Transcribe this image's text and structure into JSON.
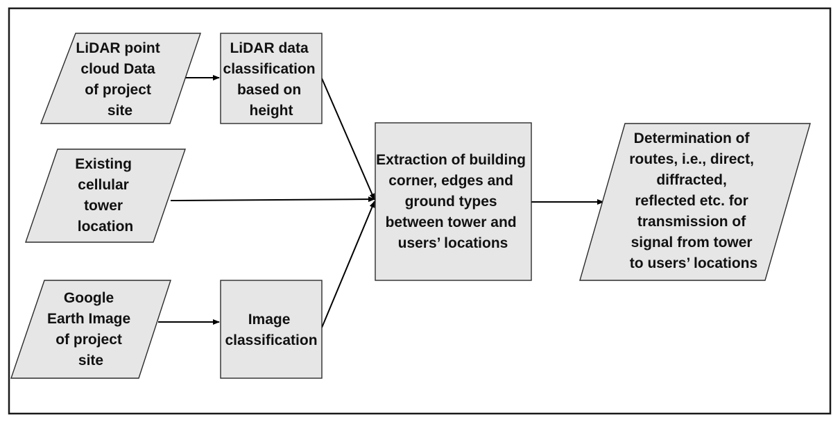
{
  "nodes": {
    "lidar_input": {
      "shape": "parallelogram",
      "lines": [
        "LiDAR point",
        "cloud Data",
        "of project",
        "site"
      ]
    },
    "lidar_classification": {
      "shape": "rectangle",
      "lines": [
        "LiDAR data",
        "classification",
        "based on",
        "height"
      ]
    },
    "tower_input": {
      "shape": "parallelogram",
      "lines": [
        "Existing",
        "cellular",
        "tower",
        "location"
      ]
    },
    "google_input": {
      "shape": "parallelogram",
      "lines": [
        "Google",
        "Earth Image",
        "of project",
        "site"
      ]
    },
    "image_classification": {
      "shape": "rectangle",
      "lines": [
        "Image",
        "classification"
      ]
    },
    "extraction": {
      "shape": "rectangle",
      "lines": [
        "Extraction of building",
        "corner, edges and",
        "ground types",
        "between tower and",
        "users’ locations"
      ]
    },
    "determination": {
      "shape": "parallelogram",
      "lines": [
        "Determination of",
        "routes, i.e., direct,",
        "diffracted,",
        "reflected etc. for",
        "transmission of",
        "signal from tower",
        "to users’ locations"
      ]
    }
  },
  "edges": [
    {
      "from": "lidar_input",
      "to": "lidar_classification"
    },
    {
      "from": "google_input",
      "to": "image_classification"
    },
    {
      "from": "lidar_classification",
      "to": "extraction"
    },
    {
      "from": "tower_input",
      "to": "extraction"
    },
    {
      "from": "image_classification",
      "to": "extraction"
    },
    {
      "from": "extraction",
      "to": "determination"
    }
  ],
  "colors": {
    "shape_fill": "#e6e6e6",
    "shape_stroke": "#2b2b2b",
    "text": "#111111",
    "arrow": "#000000",
    "frame": "#1a1a1a"
  }
}
